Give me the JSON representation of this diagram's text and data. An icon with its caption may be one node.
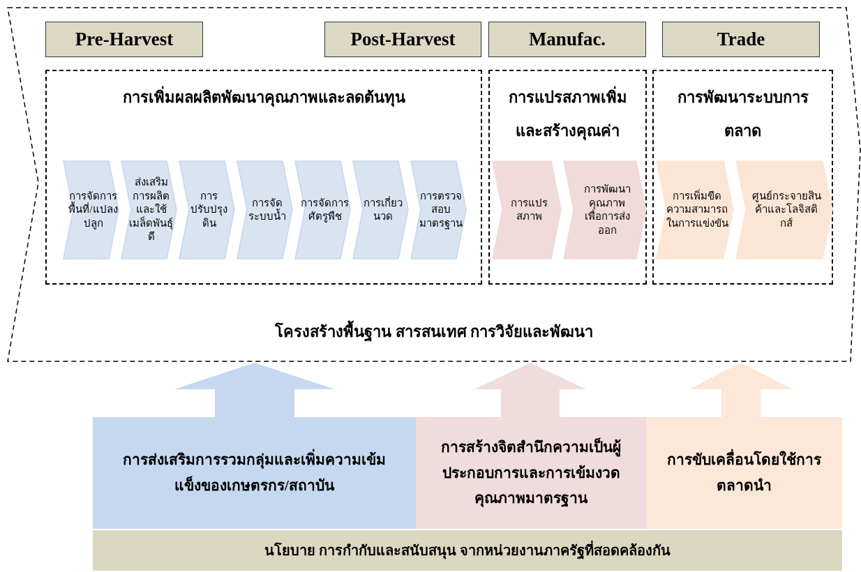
{
  "diagram": {
    "nodes": [
      {
        "text": [
          "โครงสร้างพื้นฐาน สารสนเทศ การวิจัยและพัฒนา"
        ]
      },
      {
        "text": [
          "Pre-Harvest"
        ],
        "in": 0
      },
      {
        "text": [
          "Post-Harvest"
        ],
        "in": 0
      },
      {
        "text": [
          "Manufac."
        ],
        "in": 0
      },
      {
        "text": [
          "Trade"
        ],
        "in": 0
      },
      {
        "text": [
          "การเพิ่มผลผลิตพัฒนาคุณภาพและลดต้นทุน"
        ],
        "in": 0
      },
      {
        "text": [
          "การจัดการพื้นที่/แปลงปลูก"
        ],
        "in": 5
      },
      {
        "text": [
          "ส่งเสริมการผลิตและใช้เมล็ดพันธุ์ดี"
        ],
        "in": 5
      },
      {
        "text": [
          "การปรับปรุงดิน"
        ],
        "in": 5
      },
      {
        "text": [
          "การจัดระบบน้ำ"
        ],
        "in": 5
      },
      {
        "text": [
          "การจัดการศัตรูพืช"
        ],
        "in": 5
      },
      {
        "text": [
          "การเกี่ยวนวด"
        ],
        "in": 5
      },
      {
        "text": [
          "การตรวจสอบมาตรฐาน"
        ],
        "in": 5
      },
      {
        "text": [
          "การแปรสภาพเพิ่มและสร้างคุณค่า"
        ],
        "in": 0
      },
      {
        "text": [
          "การแปรสภาพ"
        ],
        "in": 13
      },
      {
        "text": [
          "การพัฒนาคุณภาพเพื่อการส่งออก"
        ],
        "in": 13
      },
      {
        "text": [
          "การพัฒนาระบบการตลาด"
        ],
        "in": 0
      },
      {
        "text": [
          "การเพิ่มขีดความสามารถในการแข่งขัน"
        ],
        "in": 16
      },
      {
        "text": [
          "ศูนย์กระจายสินค้าและโลจิสติกส์"
        ],
        "in": 16
      },
      {
        "text": [
          "การส่งเสริมการรวมกลุ่มและเพิ่มความเข้มแข็งของเกษตรกร/สถาบัน"
        ]
      },
      {
        "text": [
          "การสร้างจิตสำนึกความเป็นผู้ประกอบการและการเข้มงวดคุณภาพมาตรฐาน"
        ]
      },
      {
        "text": [
          "การขับเคลื่อนโดยใช้การตลาดนำ"
        ]
      },
      {
        "text": [
          "นโยบาย การกำกับและสนับสนุน จากหน่วยงานภาครัฐที่สอดคล้องกัน"
        ]
      }
    ],
    "edges": [
      {
        "from": 19,
        "to": 0,
        "arrow": "to",
        "color": "#c6d8ef"
      },
      {
        "from": 20,
        "to": 0,
        "arrow": "to",
        "color": "#f0dcdc"
      },
      {
        "from": 21,
        "to": 0,
        "arrow": "to",
        "color": "#fce7d8"
      }
    ]
  }
}
